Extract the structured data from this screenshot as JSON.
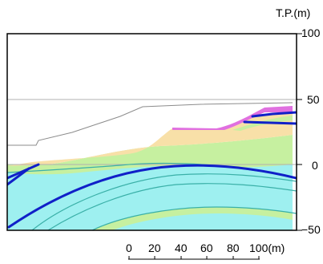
{
  "elevation_axis": {
    "unit_label": "T.P.(m)",
    "ticks": [
      "100",
      "50",
      "0",
      "−50"
    ]
  },
  "scale_bar": {
    "labels": [
      "0",
      "20",
      "40",
      "60",
      "80",
      "100(m)"
    ]
  },
  "colors": {
    "frame": "#000000",
    "gridline": "#b0b0b0",
    "ground_surface": "#8c8c8c",
    "cyan_layer": "#9ef0f0",
    "green_layer": "#c6f0a0",
    "tan_layer": "#f8e0a8",
    "magenta_layer": "#e070e0",
    "strong_boundary": "#1020c8",
    "thin_boundary": "#3ab0a8"
  }
}
